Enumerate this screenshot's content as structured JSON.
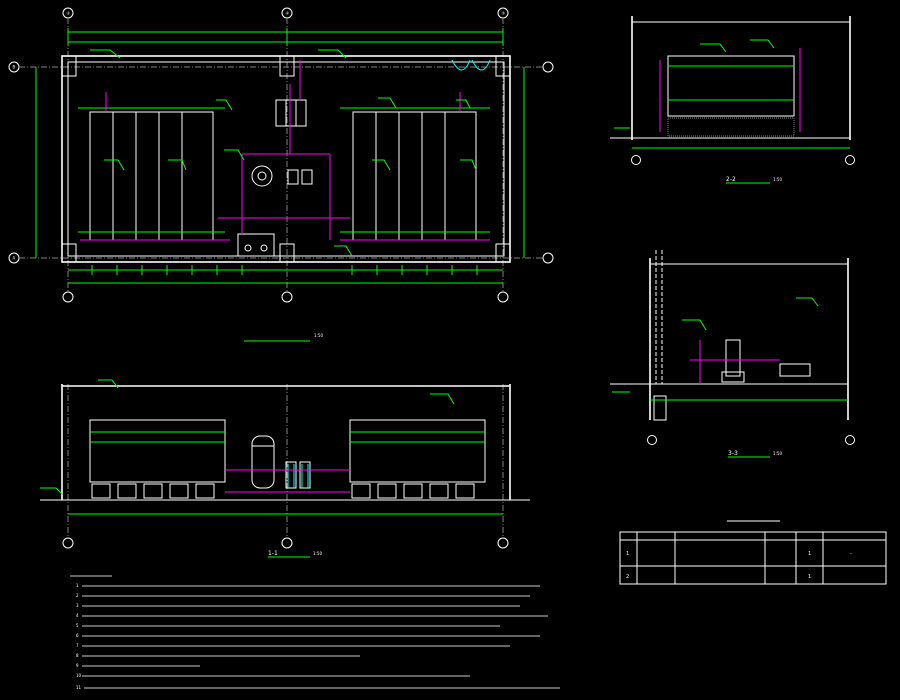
{
  "views": {
    "plan_scale": "1:50",
    "section_1_number": "1-1",
    "section_1_scale": "1:50",
    "section_2_number": "2-2",
    "section_2_scale": "1:50",
    "section_3_number": "3-3",
    "section_3_scale": "1:50"
  },
  "axes": {
    "column_labels": [
      "①",
      "②",
      "③"
    ],
    "row_labels": [
      "A",
      "B"
    ]
  },
  "notes": {
    "items": [
      "1",
      "2",
      "3",
      "4",
      "5",
      "6",
      "7",
      "8",
      "9",
      "10",
      "11"
    ]
  },
  "schedule": {
    "rows": [
      {
        "no": "1",
        "qty": "1",
        "remark": "-"
      },
      {
        "no": "2",
        "qty": "1",
        "remark": ""
      }
    ]
  },
  "colors": {
    "background": "#000000",
    "wall": "#00ff00",
    "equipment": "#ffffff",
    "pipe": "#ff00ff",
    "door": "#00ffff"
  }
}
